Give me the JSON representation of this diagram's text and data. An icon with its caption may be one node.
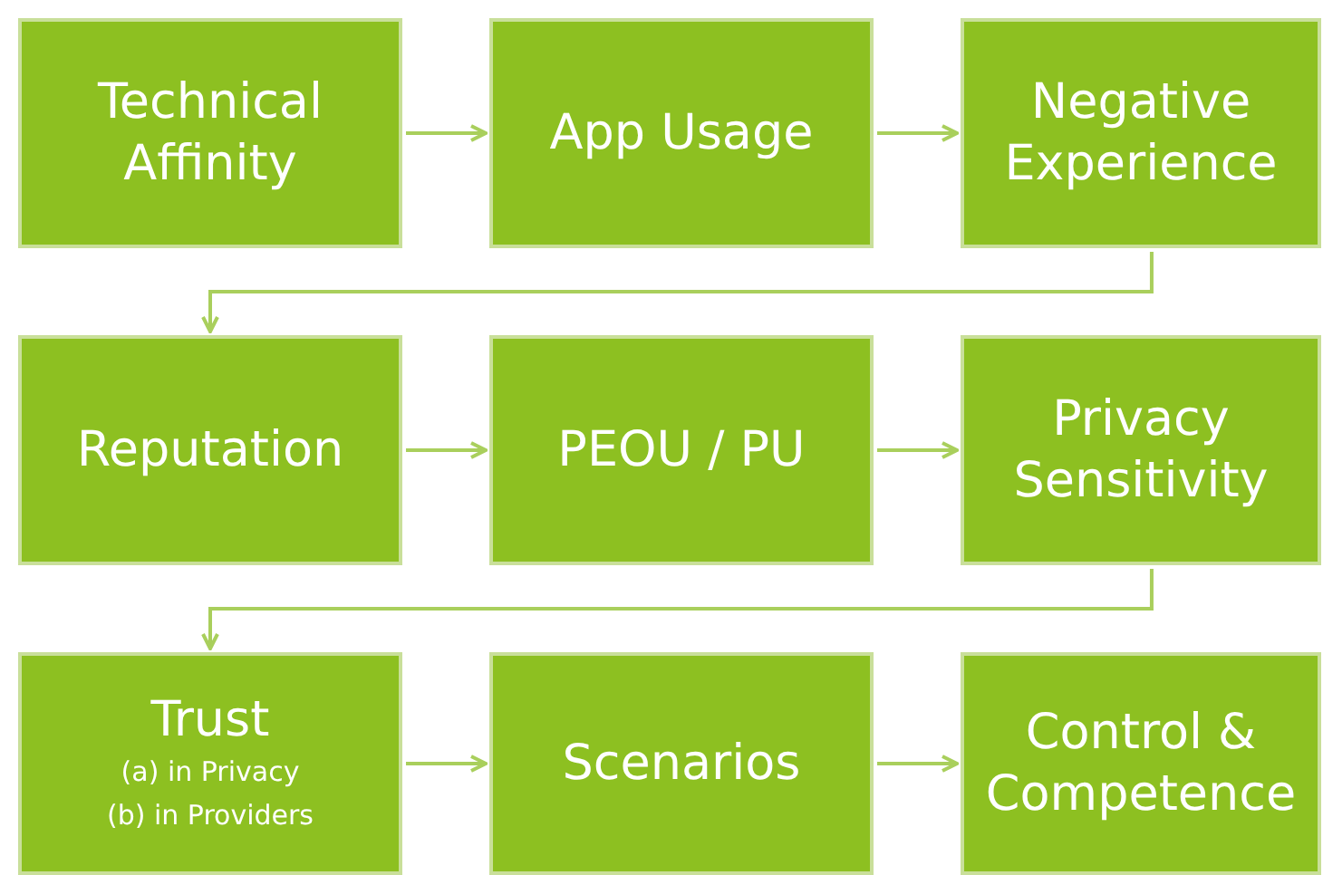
{
  "diagram": {
    "nodes": [
      {
        "text": [
          "Technical Affinity"
        ]
      },
      {
        "text": [
          "App Usage"
        ]
      },
      {
        "text": [
          "Negative Experience"
        ]
      },
      {
        "text": [
          "Reputation"
        ]
      },
      {
        "text": [
          "PEOU / PU"
        ]
      },
      {
        "text": [
          "Privacy Sensitivity"
        ]
      },
      {
        "text": [
          "Trust",
          "(a) in Privacy",
          "(b) in Providers"
        ]
      },
      {
        "text": [
          "Scenarios"
        ]
      },
      {
        "text": [
          "Control & Competence"
        ]
      }
    ],
    "edges": [
      {
        "from": 0,
        "to": 1,
        "arrow": "to"
      },
      {
        "from": 1,
        "to": 2,
        "arrow": "to"
      },
      {
        "from": 2,
        "to": 3,
        "arrow": "to"
      },
      {
        "from": 3,
        "to": 4,
        "arrow": "to"
      },
      {
        "from": 4,
        "to": 5,
        "arrow": "to"
      },
      {
        "from": 5,
        "to": 6,
        "arrow": "to"
      },
      {
        "from": 6,
        "to": 7,
        "arrow": "to"
      },
      {
        "from": 7,
        "to": 8,
        "arrow": "to"
      }
    ]
  }
}
